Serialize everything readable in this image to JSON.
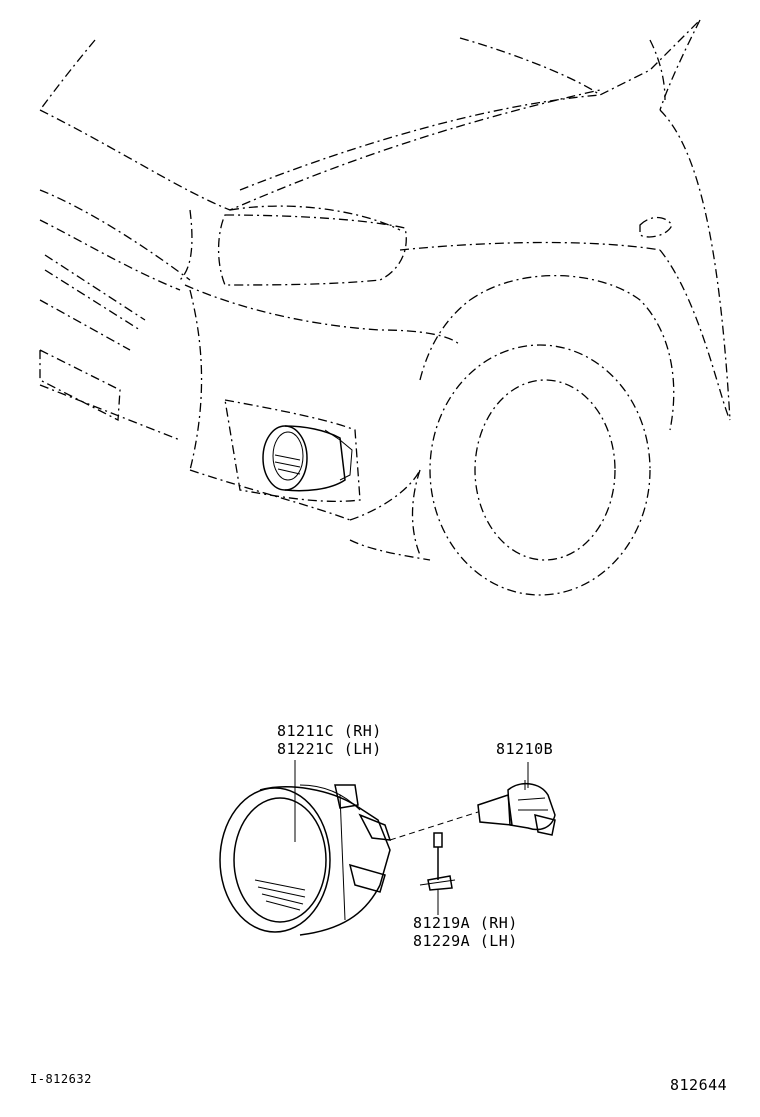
{
  "labels": {
    "housing_rh": "81211C (RH)",
    "housing_lh": "81221C (LH)",
    "bulb": "81210B",
    "socket_rh": "81219A (RH)",
    "socket_lh": "81229A (LH)",
    "ref_left": "I-812632",
    "ref_right": "812644"
  }
}
